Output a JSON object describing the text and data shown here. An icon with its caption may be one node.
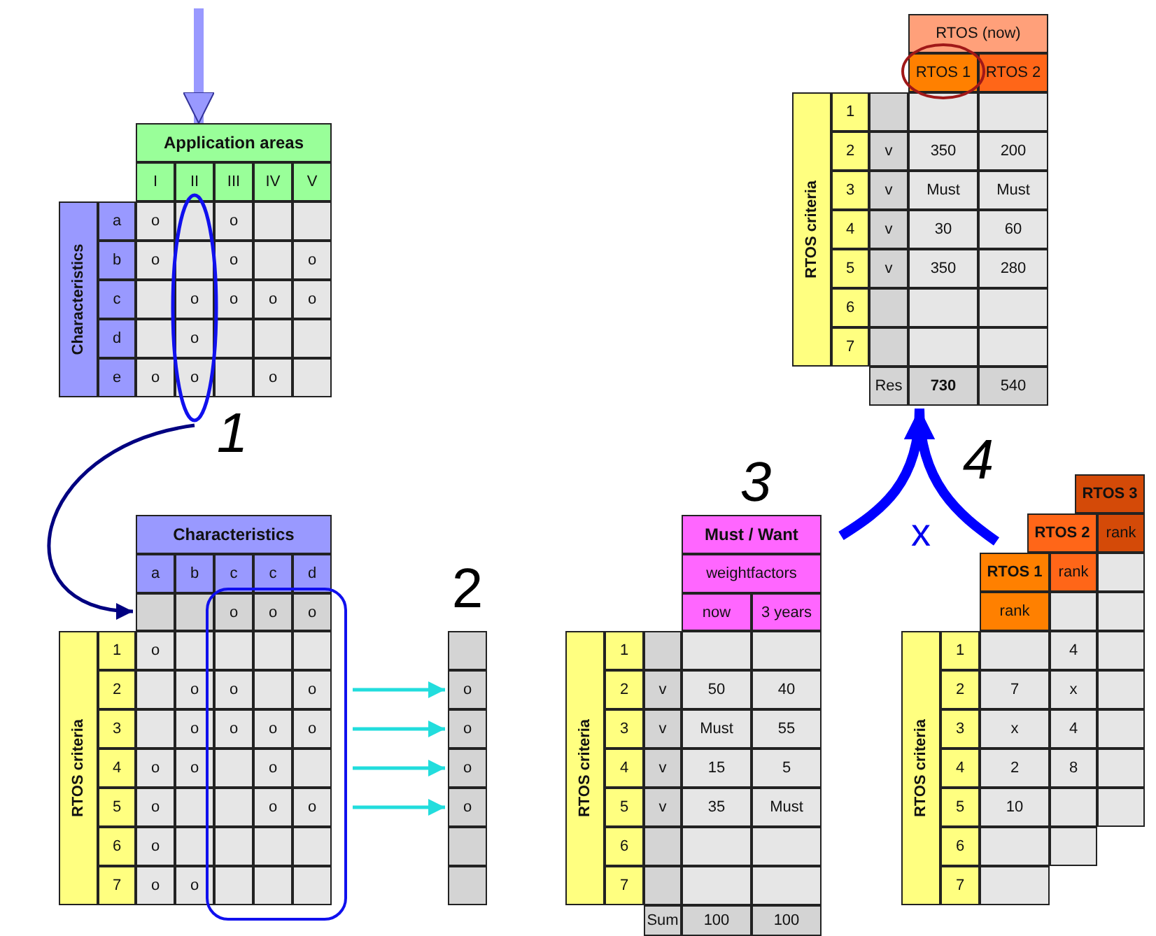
{
  "diagram": {
    "nodes": [
      {
        "text": [
          "Application areas",
          "Characteristics"
        ]
      },
      {
        "text": [],
        "shape": "circle"
      },
      {
        "text": [
          "Characteristics",
          "RTOS criteria"
        ]
      },
      {
        "text": [],
        "shape": "box"
      },
      {
        "text": [],
        "shape": "bar"
      },
      {
        "text": [
          "Must / Want",
          "weightfactors",
          "RTOS criteria"
        ]
      },
      {
        "text": [
          "RTOS 1",
          "rank",
          "RTOS criteria"
        ]
      },
      {
        "text": [
          "RTOS 2",
          "rank"
        ]
      },
      {
        "text": [
          "RTOS 3",
          "rank"
        ]
      },
      {
        "text": [
          "RTOS (now)",
          "RTOS criteria"
        ]
      }
    ],
    "edges": [
      {
        "from": null,
        "to": 0,
        "arrow": "to",
        "style": "thick",
        "color": "#9999ff"
      },
      {
        "from": 1,
        "to": 2,
        "arrow": "to",
        "color": "#000080"
      },
      {
        "from": 3,
        "to": 4,
        "arrow": "to"
      },
      {
        "from": 3,
        "to": 4,
        "arrow": "to"
      },
      {
        "from": 3,
        "to": 4,
        "arrow": "to"
      },
      {
        "from": 3,
        "to": 4,
        "arrow": "to"
      },
      {
        "from": 5,
        "to": 9,
        "arrow": "to",
        "style": "thick",
        "color": "#0000ff"
      },
      {
        "from": 6,
        "to": 9,
        "arrow": "to",
        "style": "thick",
        "color": "#0000ff"
      }
    ],
    "labels": [
      "I",
      "II",
      "III",
      "IV",
      "V",
      "a",
      "o",
      "o",
      "b",
      "o",
      "o",
      "o",
      "c",
      "o",
      "o",
      "o",
      "o",
      "d",
      "o",
      "e",
      "o",
      "o",
      "o",
      "1",
      "a",
      "b",
      "c",
      "c",
      "d",
      "o",
      "o",
      "o",
      "1",
      "o",
      "2",
      "o",
      "o",
      "o",
      "3",
      "o",
      "o",
      "o",
      "o",
      "4",
      "o",
      "o",
      "o",
      "5",
      "o",
      "o",
      "o",
      "6",
      "o",
      "7",
      "o",
      "o",
      "o",
      "o",
      "o",
      "o",
      "2",
      "now",
      "3 years",
      "1",
      "2",
      "v",
      "50",
      "40",
      "3",
      "v",
      "Must",
      "55",
      "4",
      "v",
      "15",
      "5",
      "5",
      "v",
      "35",
      "Must",
      "6",
      "7",
      "Sum",
      "100",
      "100",
      "3",
      "x",
      "4",
      "1",
      "2",
      "7",
      "3",
      "x",
      "4",
      "2",
      "5",
      "10",
      "6",
      "7",
      "4",
      "x",
      "4",
      "8",
      "RTOS 1",
      "RTOS 2",
      "1",
      "2",
      "v",
      "350",
      "200",
      "3",
      "v",
      "Must",
      "Must",
      "4",
      "v",
      "30",
      "60",
      "5",
      "v",
      "350",
      "280",
      "6",
      "7",
      "Res",
      "730",
      "540"
    ]
  }
}
